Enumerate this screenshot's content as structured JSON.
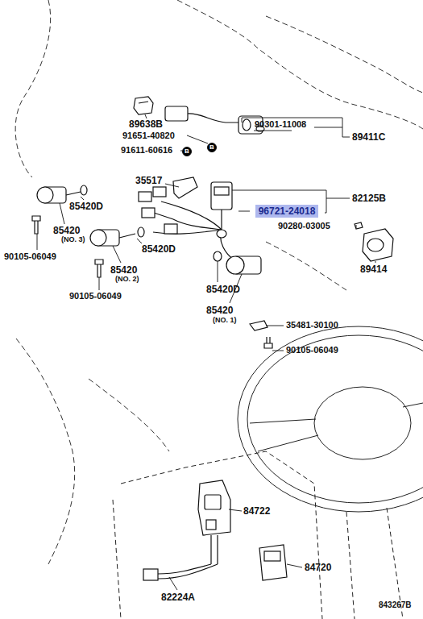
{
  "diagram": {
    "nodes": [
      {
        "text": [
          "B"
        ]
      },
      {
        "text": [
          "B"
        ]
      },
      {
        "text": [
          "96721-24018"
        ]
      }
    ],
    "labels": [
      "89638B",
      "90301-11008",
      "89411C",
      "91651-40820",
      "91611-60616",
      "35517",
      "82125B",
      "90280-03005",
      "89414",
      "85420D",
      "85420",
      "(NO. 3)",
      "90105-06049",
      "85420D",
      "85420",
      "(NO. 2)",
      "90105-06049",
      "85420D",
      "85420",
      "(NO. 1)",
      "35481-30100",
      "90105-06049",
      "84722",
      "84720",
      "82224A",
      "843267B"
    ]
  }
}
